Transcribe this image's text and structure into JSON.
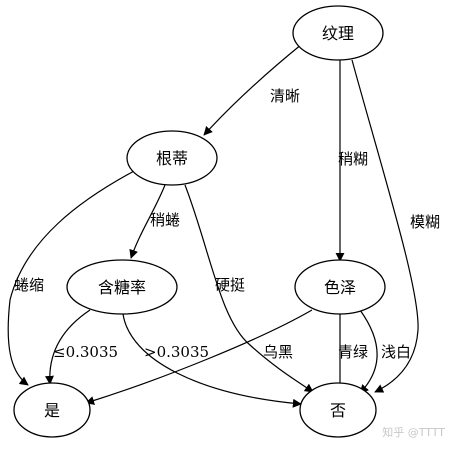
{
  "nodes": {
    "texture": "纹理",
    "root": "根蒂",
    "density": "含糖率",
    "color": "色泽",
    "yes": "是",
    "no": "否"
  },
  "edges": {
    "texture_clear": "清晰",
    "texture_slightly_blurry": "稍糊",
    "texture_blurry": "模糊",
    "root_curled": "蜷缩",
    "root_slightly_curled": "稍蜷",
    "root_stiff": "硬挺",
    "density_le": "≤0.3035",
    "density_gt": ">0.3035",
    "color_black": "乌黑",
    "color_green": "青绿",
    "color_white": "浅白"
  },
  "watermark": "知乎 @TTTT"
}
